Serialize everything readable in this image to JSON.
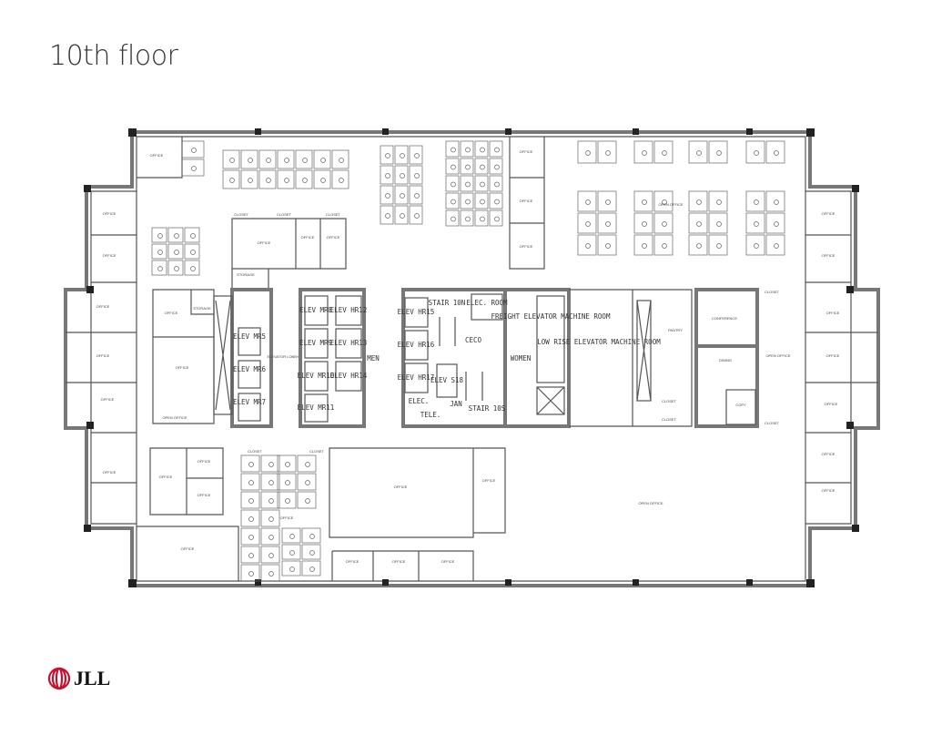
{
  "title": "10th floor",
  "logo": {
    "text": "JLL",
    "color": "#c8102e"
  },
  "core": {
    "elevators_left": [
      "ELEV MR5",
      "ELEV MR6",
      "ELEV MR7"
    ],
    "elevators_mid": [
      "ELEV MR8",
      "ELEV MR9",
      "ELEV MR10",
      "ELEV MR11"
    ],
    "elevators_hr": [
      "ELEV HR12",
      "ELEV HR13",
      "ELEV HR14"
    ],
    "elevators_hr2": [
      "ELEV HR15",
      "ELEV HR16",
      "ELEV HR17"
    ],
    "elev_s18": "ELEV S18",
    "stair_10n": "STAIR 10N",
    "stair_10s": "STAIR 10S",
    "elec_room": "ELEC. ROOM",
    "elec": "ELEC.",
    "tele": "TELE.",
    "jan": "JAN",
    "ceco": "CECO",
    "men": "MEN",
    "women": "WOMEN",
    "freight": "FREIGHT ELEVATOR MACHINE ROOM",
    "low_rise": "LOW RISE ELEVATOR MACHINE ROOM"
  },
  "rooms": {
    "office": "OFFICE",
    "open_office": "OPEN OFFICE",
    "closet": "CLOSET",
    "storage": "STORAGE",
    "pantry": "PANTRY",
    "conference": "CONFERENCE",
    "dining": "DINING",
    "copy": "COPY",
    "elevator_lobby": "ELEVATOR LOBBY"
  }
}
